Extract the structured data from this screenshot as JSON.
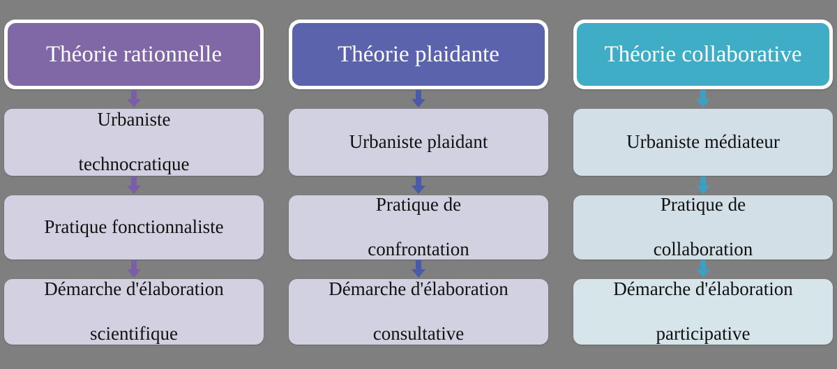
{
  "background_color": "#7f7f7f",
  "columns": [
    {
      "header": {
        "label": "Théorie rationnelle",
        "fill": "#8067a5",
        "text_color": "#ffffff",
        "border_color": "#ffffff"
      },
      "arrow_color": "#7a5fa8",
      "body_fill": "#d3d1e1",
      "body_text_color": "#111111",
      "steps": [
        {
          "label": "Urbaniste technocratique",
          "lines": [
            "Urbaniste",
            "technocratique"
          ]
        },
        {
          "label": "Pratique fonctionnaliste",
          "lines": [
            "Pratique fonctionnaliste"
          ]
        },
        {
          "label": "Démarche d'élaboration scientifique",
          "lines": [
            "Démarche d'élaboration",
            "scientifique"
          ]
        }
      ]
    },
    {
      "header": {
        "label": "Théorie plaidante",
        "fill": "#5a63ab",
        "text_color": "#ffffff",
        "border_color": "#ffffff"
      },
      "arrow_color": "#4a5aa8",
      "body_fill": "#d1d1e2",
      "body_text_color": "#111111",
      "steps": [
        {
          "label": "Urbaniste plaidant",
          "lines": [
            "Urbaniste plaidant"
          ]
        },
        {
          "label": "Pratique de confrontation",
          "lines": [
            "Pratique de",
            "confrontation"
          ]
        },
        {
          "label": "Démarche d'élaboration consultative",
          "lines": [
            "Démarche d'élaboration",
            "consultative"
          ]
        }
      ]
    },
    {
      "header": {
        "label": "Théorie collaborative",
        "fill": "#3fadc5",
        "text_color": "#ffffff",
        "border_color": "#ffffff"
      },
      "arrow_color": "#3d9fc4",
      "body_fill": "#d2dfe7",
      "body_text_color": "#111111",
      "steps": [
        {
          "label": "Urbaniste médiateur",
          "lines": [
            "Urbaniste médiateur"
          ]
        },
        {
          "label": "Pratique de collaboration",
          "lines": [
            "Pratique de",
            "collaboration"
          ]
        },
        {
          "label": "Démarche d'élaboration participative",
          "lines": [
            "Démarche d'élaboration",
            "participative"
          ],
          "fill": "#d5e5e9"
        }
      ]
    }
  ]
}
